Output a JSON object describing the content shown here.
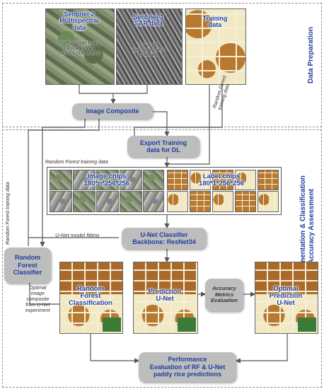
{
  "sections": {
    "data_preparation": "Data Preparation",
    "segmentation": "Segmentation & Classification\nAccuracy Assessment"
  },
  "inputs": {
    "s2_title": "Sentinel-2\nMultispectral\ndata",
    "s2_sub": "VNIR & SWIR bands\nOptical indices\n(NDVI, LSWI, & EVI)",
    "s1_title": "Sentinel-1\nSAR data",
    "s1_sub": "VV & VH\ndual-polarization\nchannels",
    "train_title": "Training\ndata"
  },
  "boxes": {
    "image_composite": "Image Composite",
    "export_training": "Export Training\ndata for DL",
    "unet_classifier": "U-Net Classifier\nBackbone: ResNet34",
    "rf_classifier": "Random\nForest\nClassifier",
    "accuracy_metrics": "Accuracy\nMetrics\nEvaluation",
    "performance": "Performance\nEvaluation of RF & U-Net\npaddy rice predictions"
  },
  "chips": {
    "image_label": "Image chips\n180*n*256*256",
    "label_label": "Label chips\n180*1*256*256"
  },
  "outputs": {
    "rf_class": "Random\nForest\nClassification",
    "pred_unet": "Prediction\nU-Net",
    "opt_pred": "Optimal\nPrediction\nU-Net"
  },
  "notes": {
    "rf_training_top": "Random Forest\ntraining data",
    "rf_training_mid": "Random Forest training data",
    "rf_training_left": "Random Forest training data",
    "unet_fitting": "U-Net model fitting",
    "optimal_composite": "Optimal\nimage\ncomposite\nfrom U-Net\nexperiment"
  },
  "colors": {
    "label_blue": "#1f3f9e",
    "box_gray": "#bdbdbd",
    "paddy": "#b8782f"
  }
}
